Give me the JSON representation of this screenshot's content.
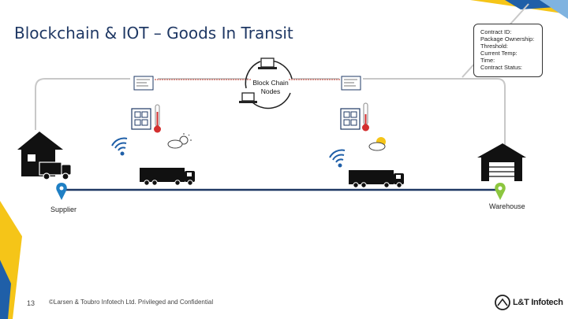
{
  "slide": {
    "title": "Blockchain & IOT – Goods In Transit",
    "contract_box": {
      "lines": [
        "Contract ID:",
        "Package Ownership:",
        "Threshold:",
        "Current Temp:",
        "Time:",
        "Contract Status:"
      ]
    },
    "blockchain_label_line1": "Block Chain",
    "blockchain_label_line2": "Nodes",
    "supplier_label": "Supplier",
    "warehouse_label": "Warehouse",
    "footer": {
      "page_number": "13",
      "copyright": "©Larsen & Toubro Infotech Ltd. Privileged and Confidential"
    },
    "logo_text": "L&T Infotech",
    "colors": {
      "title": "#1f3864",
      "route_line": "#1f3864",
      "accent_yellow": "#f5c518",
      "accent_blue": "#1f5fa8",
      "warehouse_pin": "#8cc63f",
      "supplier_pin": "#1f7fc4",
      "dashed_line": "#c0392b"
    },
    "icons": [
      "house-truck-icon",
      "warehouse-icon",
      "truck-icon",
      "laptop-icon",
      "sensor-icon",
      "thermometer-icon",
      "weather-icon",
      "wifi-icon",
      "location-pin-icon",
      "lt-logo-icon"
    ]
  }
}
